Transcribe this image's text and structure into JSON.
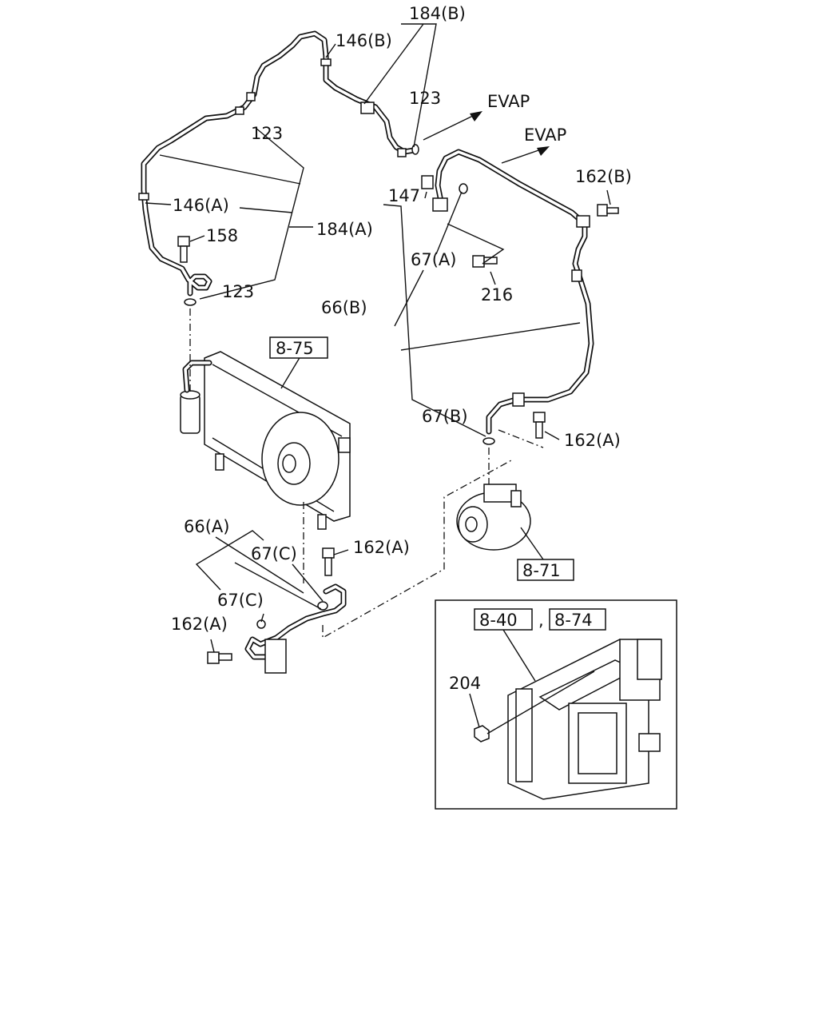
{
  "labels": {
    "l184b": "184(B)",
    "l146b": "146(B)",
    "l123a": "123",
    "l123b": "123",
    "l123c": "123",
    "l146a": "146(A)",
    "l184a": "184(A)",
    "l158": "158",
    "evap1": "EVAP",
    "evap2": "EVAP",
    "l162b": "162(B)",
    "l147": "147",
    "l67a": "67(A)",
    "l216": "216",
    "l66b": "66(B)",
    "l67b": "67(B)",
    "l162a1": "162(A)",
    "l66a": "66(A)",
    "l67c1": "67(C)",
    "l162a2": "162(A)",
    "l67c2": "67(C)",
    "l162a3": "162(A)",
    "l204": "204"
  },
  "refs": {
    "r875": "8-75",
    "r871": "8-71",
    "r840": "8-40",
    "r874": "8-74",
    "sep": ","
  }
}
